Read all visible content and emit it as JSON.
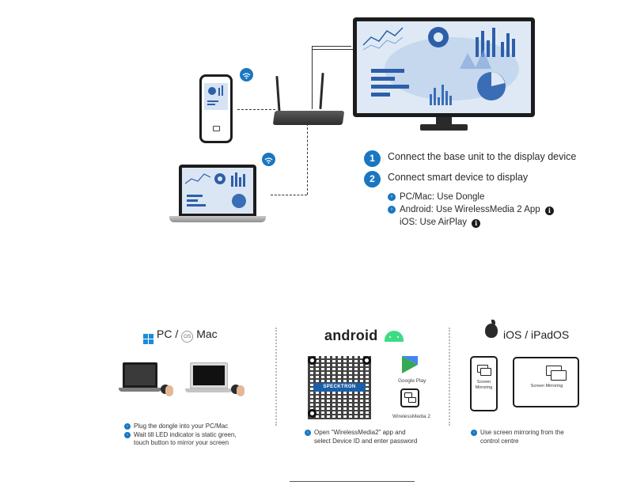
{
  "steps": [
    {
      "number": "1",
      "text": "Connect the base unit to the display device"
    },
    {
      "number": "2",
      "text": "Connect smart device to display"
    }
  ],
  "bullets": [
    {
      "text": "PC/Mac: Use Dongle",
      "info": false
    },
    {
      "text": "Android: Use WirelessMedia 2 App",
      "info": true
    },
    {
      "text": "iOS: Use AirPlay",
      "info": true
    }
  ],
  "info_glyph": "i",
  "bullet_glyph": "›",
  "panels": {
    "pc_mac": {
      "title_pc": "PC /",
      "os_badge": "OS",
      "title_mac": "Mac",
      "instructions": [
        "Plug the dongle into your PC/Mac",
        "Wait till LED indicator is static green,",
        "touch button to mirror your screen"
      ]
    },
    "android": {
      "title": "android",
      "qr_brand": "SPECKTRON",
      "google_play_label": "Google Play",
      "app_label": "WirelessMedia 2",
      "instructions": [
        "Open \"WirelessMedia2\" app and",
        "select Device ID and enter password"
      ]
    },
    "ios": {
      "title": "iOS / iPadOS",
      "phone_label": "Screen Mirroring",
      "tablet_label": "Screen Mirroring",
      "instructions": [
        "Use screen mirroring from the",
        "control centre"
      ]
    }
  },
  "colors": {
    "accent": "#1a76c0",
    "android_green": "#3ddc84",
    "windows_blue": "#1a8cdc"
  },
  "icons": [
    "wifi-icon",
    "windows-logo-icon",
    "android-robot-icon",
    "apple-logo-icon",
    "google-play-icon",
    "wirelessmedia-app-icon",
    "info-icon",
    "screen-mirroring-icon"
  ]
}
